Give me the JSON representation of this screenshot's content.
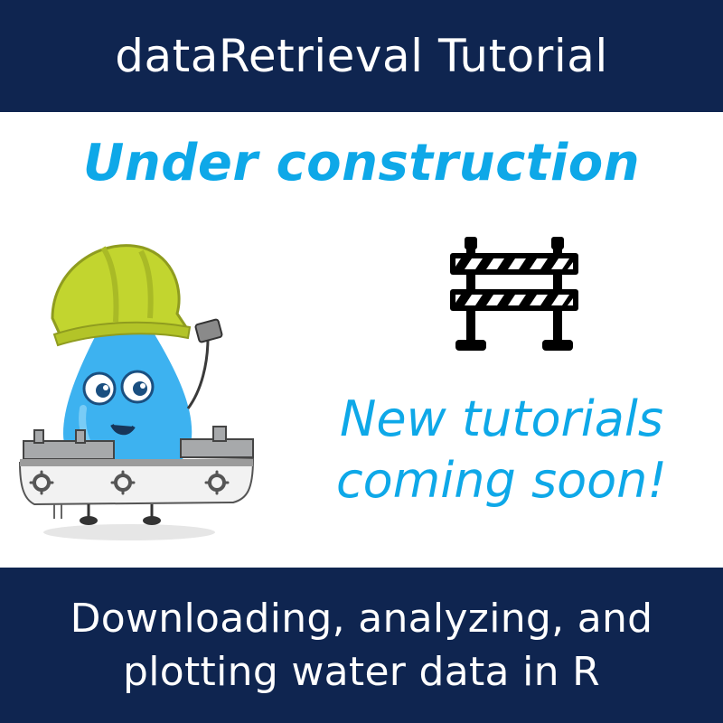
{
  "header": {
    "title": "dataRetrieval Tutorial"
  },
  "status": {
    "headline": "Under construction"
  },
  "announcement": {
    "line1": "New tutorials",
    "line2": "coming soon!"
  },
  "footer": {
    "line1": "Downloading, analyzing, and",
    "line2": "plotting water data in R"
  },
  "icons": {
    "mascot": "water-drop-mascot-with-hard-hat-icon",
    "barrier": "construction-barrier-icon"
  },
  "colors": {
    "banner": "#0f2550",
    "accent": "#0ea8e8",
    "hardhat": "#c2d52f",
    "drop": "#3db2f0"
  }
}
